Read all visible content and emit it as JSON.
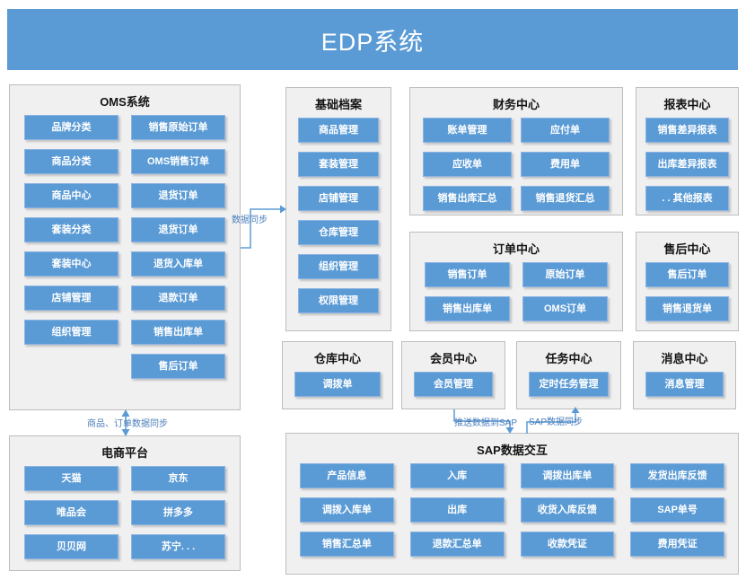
{
  "banner": {
    "title": "EDP系统"
  },
  "colors": {
    "accent": "#5b9bd5",
    "panel_background": "#f0f0f1",
    "panel_border": "#bdbdbd",
    "connector_label": "#4a7ebb"
  },
  "sections": {
    "oms": {
      "title": "OMS系统",
      "columns": [
        [
          "品牌分类",
          "商品分类",
          "商品中心",
          "套装分类",
          "套装中心",
          "店铺管理",
          "组织管理"
        ],
        [
          "销售原始订单",
          "OMS销售订单",
          "退货订单",
          "退货订单",
          "退货入库单",
          "退款订单",
          "销售出库单",
          "售后订单"
        ]
      ]
    },
    "basic": {
      "title": "基础档案",
      "items": [
        "商品管理",
        "套装管理",
        "店铺管理",
        "仓库管理",
        "组织管理",
        "权限管理"
      ]
    },
    "finance": {
      "title": "财务中心",
      "columns": [
        [
          "账单管理",
          "应收单",
          "销售出库汇总"
        ],
        [
          "应付单",
          "费用单",
          "销售退货汇总"
        ]
      ]
    },
    "report": {
      "title": "报表中心",
      "items": [
        "销售差异报表",
        "出库差异报表",
        ". . 其他报表"
      ]
    },
    "order": {
      "title": "订单中心",
      "columns": [
        [
          "销售订单",
          "销售出库单"
        ],
        [
          "原始订单",
          "OMS订单"
        ]
      ]
    },
    "aftersale": {
      "title": "售后中心",
      "items": [
        "售后订单",
        "销售退货单"
      ]
    },
    "warehouse": {
      "title": "仓库中心",
      "items": [
        "调拨单"
      ]
    },
    "member": {
      "title": "会员中心",
      "items": [
        "会员管理"
      ]
    },
    "task": {
      "title": "任务中心",
      "items": [
        "定时任务管理"
      ]
    },
    "message": {
      "title": "消息中心",
      "items": [
        "消息管理"
      ]
    },
    "ecommerce": {
      "title": "电商平台",
      "columns": [
        [
          "天猫",
          "唯品会",
          "贝贝网"
        ],
        [
          "京东",
          "拼多多",
          "苏宁. . ."
        ]
      ]
    },
    "sap": {
      "title": "SAP数据交互",
      "columns": [
        [
          "产品信息",
          "调拨入库单",
          "销售汇总单"
        ],
        [
          "入库",
          "出库",
          "退款汇总单"
        ],
        [
          "调拨出库单",
          "收货入库反馈",
          "收款凭证"
        ],
        [
          "发货出库反馈",
          "SAP单号",
          "费用凭证"
        ]
      ]
    }
  },
  "connectors": {
    "oms_basic": "数据同步",
    "oms_ecommerce": "商品、订单数据同步",
    "member_sap": "推送数据到SAP",
    "sap_task": "SAP数据同步"
  }
}
